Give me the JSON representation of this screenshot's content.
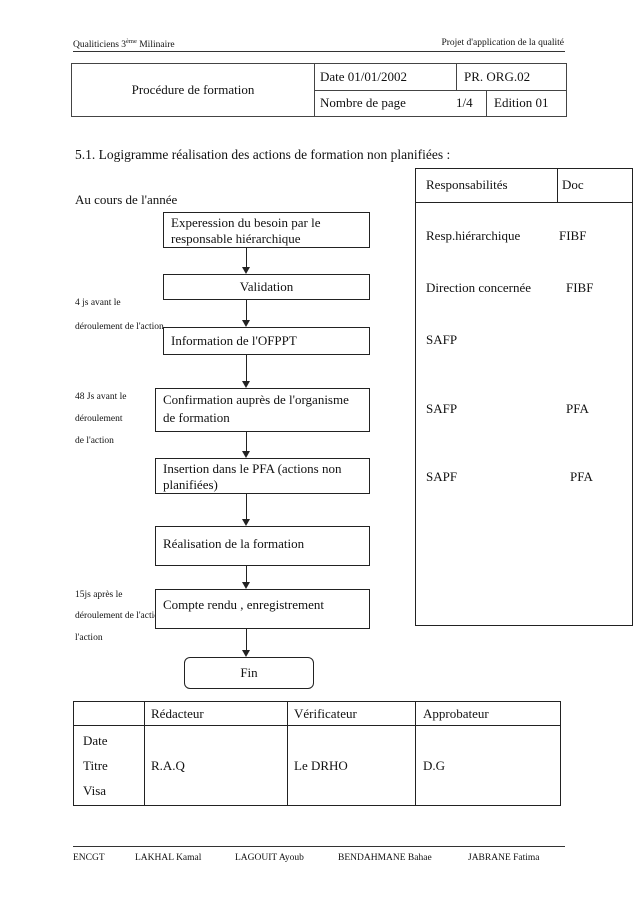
{
  "header": {
    "left_prefix": "Qualiticiens 3",
    "left_sup": "ème",
    "left_suffix": " Milinaire",
    "right": "Projet d'application de la qualité"
  },
  "procedure": {
    "title": "Procédure de formation",
    "date": "Date 01/01/2002",
    "ref": "PR. ORG.02",
    "pages_label": "Nombre de page",
    "pages_value": "1/4",
    "edition": "Edition 01"
  },
  "section_title": "5.1. Logigramme réalisation des actions de formation non planifiées :",
  "timing": {
    "year": "Au cours de l'année",
    "t1_line1": "4 js avant le",
    "t1_line2": "déroulement de l'action",
    "t2_line1": "48 Js avant le",
    "t2_line2": "déroulement",
    "t2_line3": "de l'action",
    "t3_line1": "15js après le",
    "t3_line2": "déroulement de l'action",
    "t3_line3": "l'action"
  },
  "flow": {
    "step1": "Experession du besoin par le responsable hiérarchique",
    "step2": "Validation",
    "step3": "Information de l'OFPPT",
    "step4": "Confirmation auprès de l'organisme de formation",
    "step5": "Insertion dans le PFA (actions non planifiées)",
    "step6": "Réalisation de la formation",
    "step7": "Compte rendu , enregistrement",
    "end": "Fin"
  },
  "responsibilities": {
    "header_resp": "Responsabilités",
    "header_doc": "Doc",
    "rows": [
      {
        "resp": "Resp.hiérarchique",
        "doc": "FIBF"
      },
      {
        "resp": "Direction concernée",
        "doc": "FIBF"
      },
      {
        "resp": "SAFP",
        "doc": ""
      },
      {
        "resp": "SAFP",
        "doc": "PFA"
      },
      {
        "resp": "SAPF",
        "doc": "PFA"
      }
    ]
  },
  "signatures": {
    "col1": "Rédacteur",
    "col2": "Vérificateur",
    "col3": "Approbateur",
    "row_date": "Date",
    "row_titre": "Titre",
    "row_visa": "Visa",
    "redacteur": "R.A.Q",
    "verificateur": "Le DRHO",
    "approbateur": "D.G"
  },
  "footer": {
    "school": "ENCGT",
    "author1": "LAKHAL Kamal",
    "author2": "LAGOUIT Ayoub",
    "author3": "BENDAHMANE Bahae",
    "author4": "JABRANE Fatima"
  }
}
